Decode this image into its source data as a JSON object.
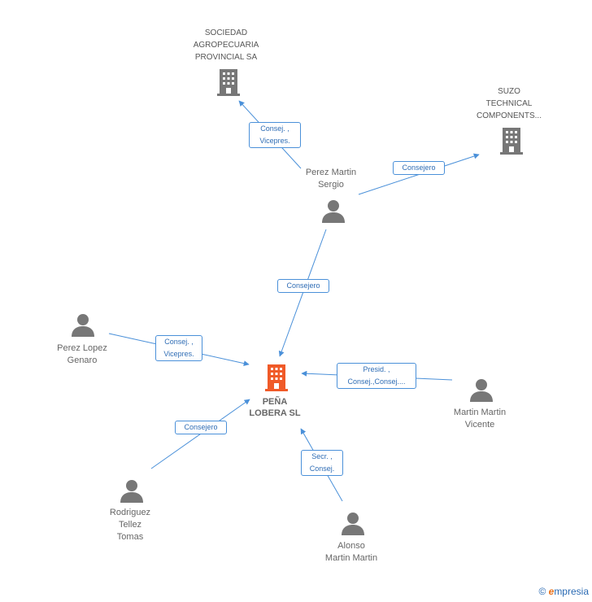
{
  "colors": {
    "edge": "#4a90d9",
    "person_icon": "#777777",
    "company_icon": "#777777",
    "center_icon": "#f05a28"
  },
  "nodes": {
    "center": {
      "name_line1": "PEÑA",
      "name_line2": "LOBERA SL"
    },
    "sociedad": {
      "line1": "SOCIEDAD",
      "line2": "AGROPECUARIA",
      "line3": "PROVINCIAL SA"
    },
    "suzo": {
      "line1": "SUZO",
      "line2": "TECHNICAL",
      "line3": "COMPONENTS..."
    },
    "perez_martin": {
      "line1": "Perez Martin",
      "line2": "Sergio"
    },
    "perez_lopez": {
      "line1": "Perez Lopez",
      "line2": "Genaro"
    },
    "martin_martin": {
      "line1": "Martin Martin",
      "line2": "Vicente"
    },
    "rodriguez": {
      "line1": "Rodriguez",
      "line2": "Tellez",
      "line3": "Tomas"
    },
    "alonso": {
      "line1": "Alonso",
      "line2": "Martin Martin"
    }
  },
  "edges": {
    "pm_sociedad": {
      "line1": "Consej. ,",
      "line2": "Vicepres."
    },
    "pm_suzo": {
      "line1": "Consejero"
    },
    "pm_center": {
      "line1": "Consejero"
    },
    "pl_center": {
      "line1": "Consej. ,",
      "line2": "Vicepres."
    },
    "mm_center": {
      "line1": "Presid. ,",
      "line2": "Consej.,Consej...."
    },
    "rod_center": {
      "line1": "Consejero"
    },
    "al_center": {
      "line1": "Secr. ,",
      "line2": "Consej."
    }
  },
  "footer": {
    "copyright": "©",
    "brand_e": "e",
    "brand_rest": "mpresia"
  }
}
